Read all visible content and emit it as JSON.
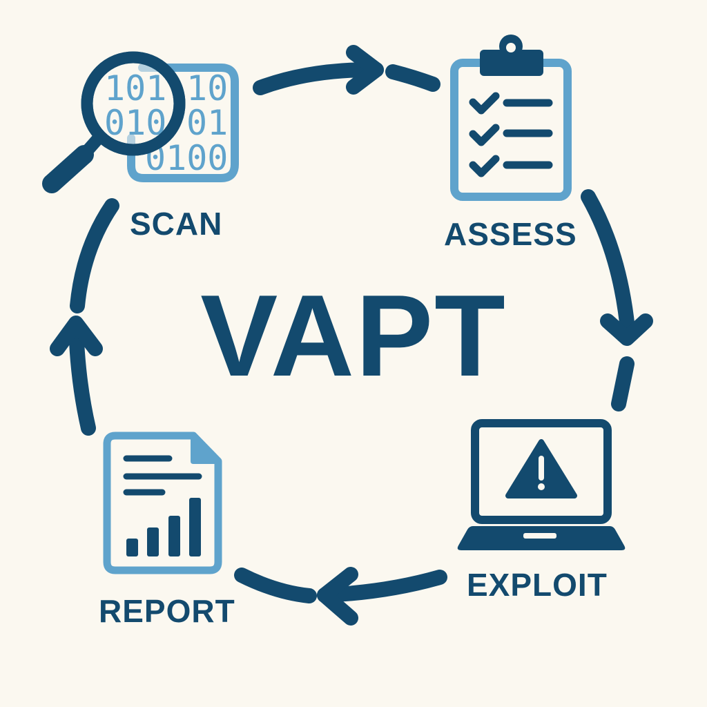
{
  "diagram": {
    "title": "VAPT",
    "type": "cycle",
    "colors": {
      "background": "#fbf8f0",
      "primary": "#134a6e",
      "secondary": "#5fa3cc"
    },
    "stages": [
      {
        "id": "scan",
        "label": "SCAN",
        "icon": "magnifier-over-binary-icon",
        "binary_rows": [
          "101 10",
          "010 01",
          "0100"
        ]
      },
      {
        "id": "assess",
        "label": "ASSESS",
        "icon": "clipboard-checklist-icon",
        "checklist_items": 3
      },
      {
        "id": "exploit",
        "label": "EXPLOIT",
        "icon": "laptop-warning-icon"
      },
      {
        "id": "report",
        "label": "REPORT",
        "icon": "report-document-chart-icon",
        "text_lines": 3,
        "bars": 4
      }
    ],
    "flow": [
      {
        "from": "SCAN",
        "to": "ASSESS"
      },
      {
        "from": "ASSESS",
        "to": "EXPLOIT"
      },
      {
        "from": "EXPLOIT",
        "to": "REPORT"
      },
      {
        "from": "REPORT",
        "to": "SCAN"
      }
    ]
  }
}
